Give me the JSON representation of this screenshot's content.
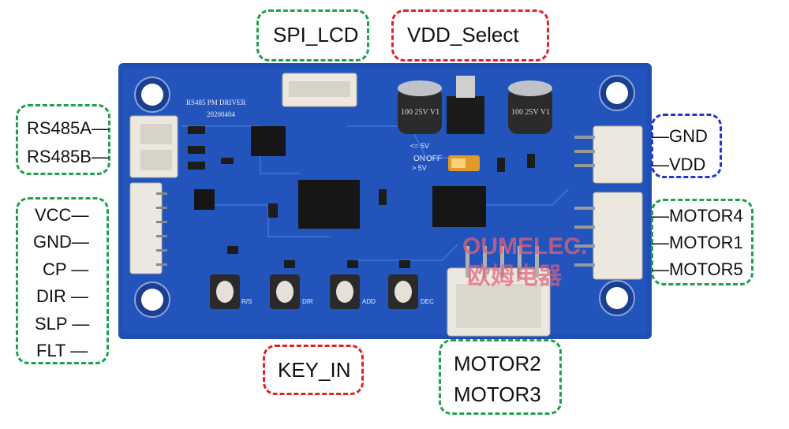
{
  "top_labels": {
    "spi_lcd": "SPI_LCD",
    "vdd_select": "VDD_Select"
  },
  "bottom_labels": {
    "key_in": "KEY_IN",
    "motor2": "MOTOR2",
    "motor3": "MOTOR3"
  },
  "left_labels": {
    "rs485a": "RS485A—",
    "rs485b": "RS485B—",
    "vcc": "VCC—",
    "gnd": "GND—",
    "cp": "CP —",
    "dir": "DIR —",
    "slp": "SLP —",
    "flt": "FLT —"
  },
  "right_labels": {
    "gnd": "—GND",
    "vdd": "—VDD",
    "motor4": "—MOTOR4",
    "motor1": "—MOTOR1",
    "motor5": "—MOTOR5"
  },
  "board": {
    "title": "RS485 PM DRIVER",
    "date": "20200404",
    "switch_on": "ON",
    "switch_off": "OFF",
    "switch_33v": "<= 5V",
    "switch_5v": "> 5V",
    "cap_left": "100 25V V1",
    "cap_right": "100 25V V1",
    "keys": [
      "R/S",
      "DIR",
      "ADD",
      "DEC"
    ]
  },
  "watermark": {
    "latin": "OUMELEC.",
    "chinese": "欧姆电器"
  },
  "colors": {
    "board": "#1f4fb3",
    "dashed_green": "#1fa04a",
    "dashed_red": "#e32024",
    "dashed_blue": "#1f37d6"
  }
}
